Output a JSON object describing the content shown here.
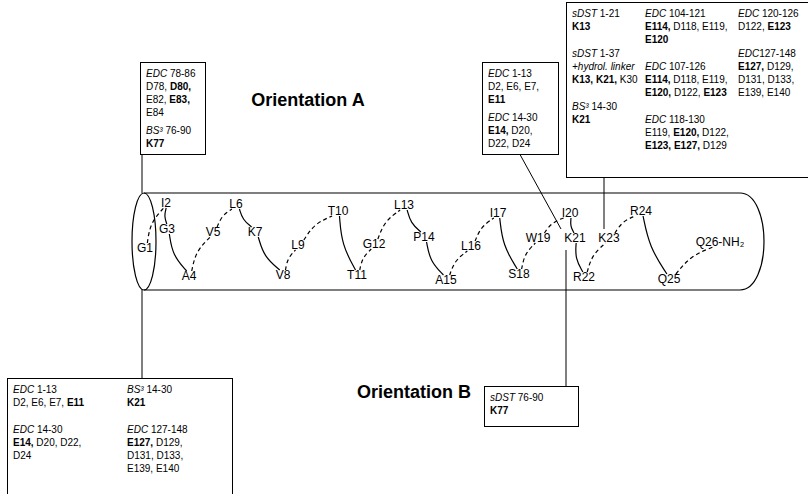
{
  "diagram": {
    "nodes": [
      {
        "text": [
          "EDC 78-86",
          "D78, D80, E82, E83, E84",
          "BS³ 76-90",
          "K77"
        ]
      },
      {
        "text": [
          "EDC 1-13",
          "D2, E6, E7, E11",
          "EDC 14-30",
          "E14, D20, D22, D24"
        ]
      },
      {
        "text": [
          "sDST 1-21",
          "K13",
          "sDST 1-37",
          "+hydrol. linker",
          "K13, K21, K30",
          "BS³ 14-30",
          "K21",
          "EDC 104-121",
          "E114, D118, E119, E120",
          "EDC 107-126",
          "E114, D118, E119, E120, D122, E123",
          "EDC 118-130",
          "E119, E120, D122, E123, E127, D129",
          "EDC 120-126",
          "D122, E123",
          "EDC127-148",
          "E127, D129, D131, D133, E139, E140"
        ]
      },
      {
        "text": [
          "EDC 1-13",
          "D2, E6, E7, E11",
          "EDC 14-30",
          "E14, D20, D22, D24",
          "BS³ 14-30",
          "K21",
          "EDC 127-148",
          "E127, D129, D131, D133, E139, E140"
        ]
      },
      {
        "text": [
          "sDST 76-90",
          "K77"
        ]
      }
    ],
    "labels": [
      "Orientation A",
      "Orientation B",
      "G1",
      "I2",
      "G3",
      "A4",
      "V5",
      "L6",
      "K7",
      "V8",
      "L9",
      "T10",
      "T11",
      "G12",
      "L13",
      "P14",
      "A15",
      "L16",
      "I17",
      "S18",
      "W19",
      "I20",
      "K21",
      "R22",
      "K23",
      "R24",
      "Q25",
      "Q26-NH₂"
    ]
  }
}
